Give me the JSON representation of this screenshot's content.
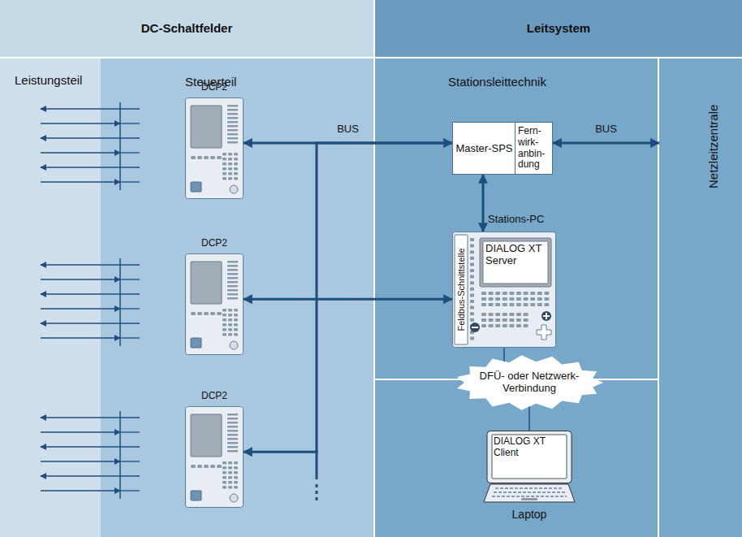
{
  "diagram": {
    "nodes": [
      {
        "text": [
          "DC-Schaltfelder"
        ]
      },
      {
        "text": [
          "Leitsystem"
        ]
      },
      {
        "text": [
          "Leistungsteil"
        ]
      },
      {
        "text": [
          "Steuerteil"
        ]
      },
      {
        "text": [
          "Stationsleittechnik"
        ]
      },
      {
        "text": [
          "Netzleitzentrale"
        ]
      },
      {
        "text": [
          "DCP2"
        ],
        "in": 3
      },
      {
        "text": [
          "DCP2"
        ],
        "in": 3
      },
      {
        "text": [
          "DCP2"
        ],
        "in": 3
      },
      {
        "text": [
          "Master-SPS"
        ],
        "in": 4
      },
      {
        "text": [
          "Fern- wirk- anbin- dung"
        ],
        "in": 4
      },
      {
        "text": [
          "Stations-PC",
          "DIALOG XT Server",
          "Feldbus-Schnittstelle"
        ],
        "in": 4
      },
      {
        "text": [
          "DFÜ- oder Netzwerk- Verbindung"
        ],
        "in": 4
      },
      {
        "text": [
          "DIALOG XT Client",
          "Laptop"
        ],
        "in": 4
      }
    ],
    "edges": [
      {
        "from": 6,
        "to": 9,
        "arrow": "both",
        "label": "BUS"
      },
      {
        "from": 7,
        "to": 11,
        "arrow": "both"
      },
      {
        "from": 9,
        "to": 8,
        "arrow": "to"
      },
      {
        "from": 9,
        "to": 11,
        "arrow": "both"
      },
      {
        "from": 10,
        "to": 5,
        "arrow": "both",
        "label": "BUS"
      },
      {
        "from": 11,
        "to": 12,
        "arrow": "none"
      },
      {
        "from": 12,
        "to": 13,
        "arrow": "none"
      }
    ]
  }
}
